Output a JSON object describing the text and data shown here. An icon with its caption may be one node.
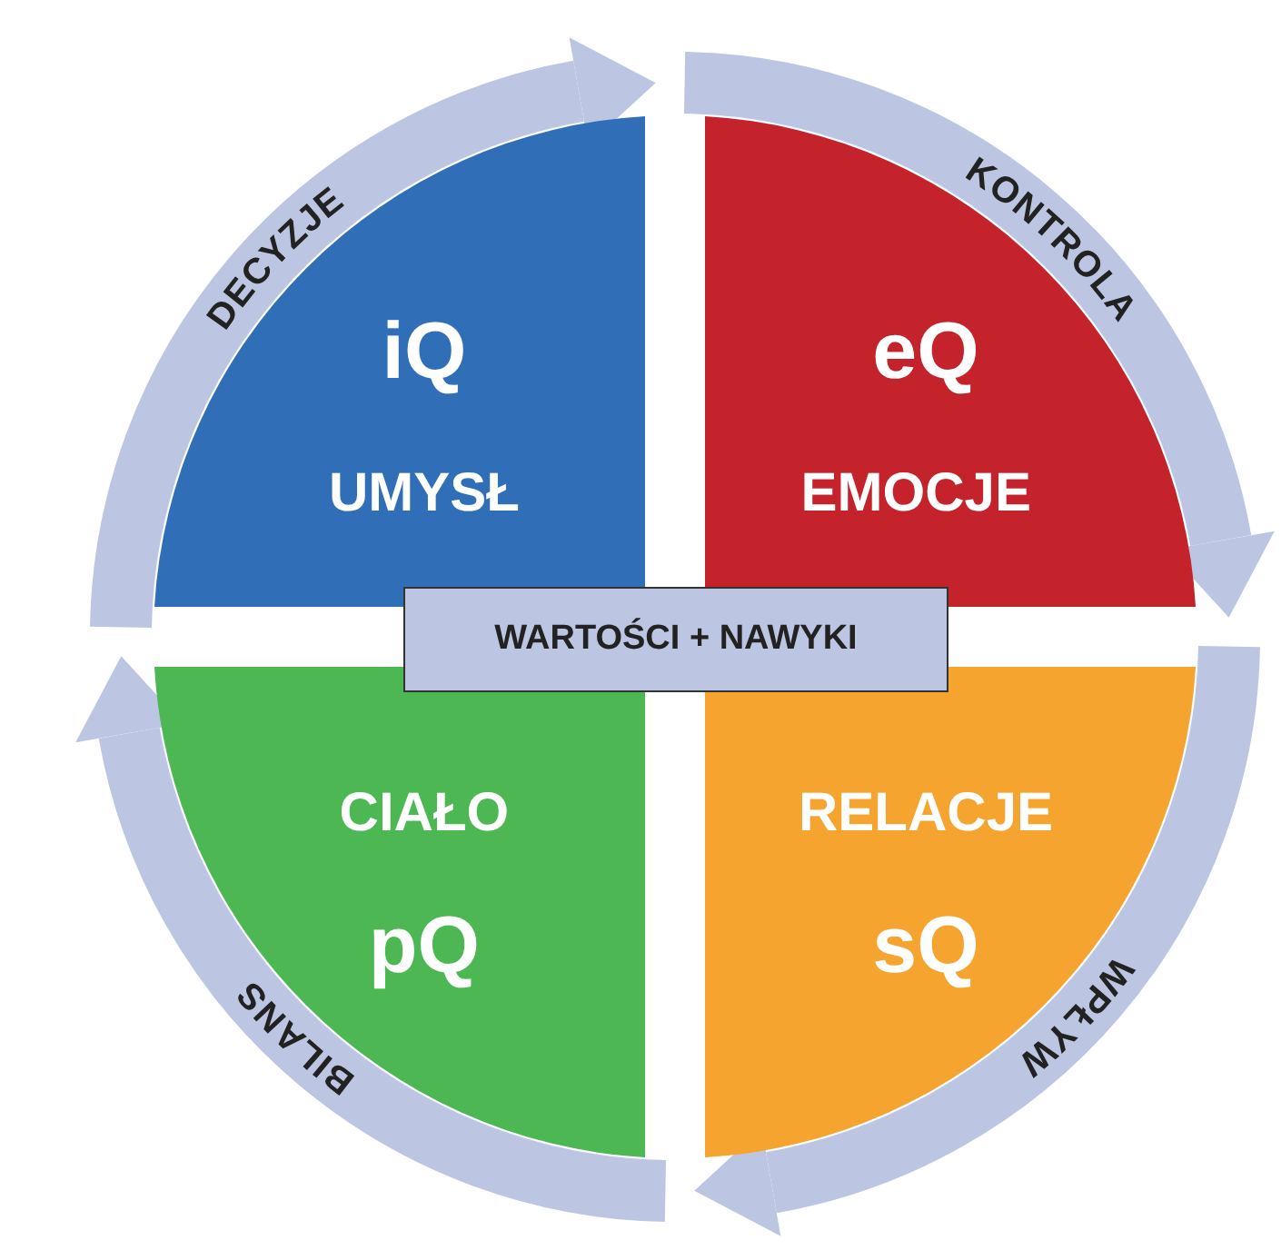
{
  "diagram": {
    "nodes": [
      {
        "text": [
          "iQ",
          "UMYSŁ"
        ]
      },
      {
        "text": [
          "eQ",
          "EMOCJE"
        ]
      },
      {
        "text": [
          "WARTOŚCI + NAWYKI"
        ]
      },
      {
        "text": [
          "CIAŁO",
          "pQ"
        ]
      },
      {
        "text": [
          "RELACJE",
          "sQ"
        ]
      }
    ],
    "edges": [],
    "labels": [
      "DECYZJE",
      "KONTROLA",
      "BILANS",
      "WPŁYW"
    ]
  }
}
